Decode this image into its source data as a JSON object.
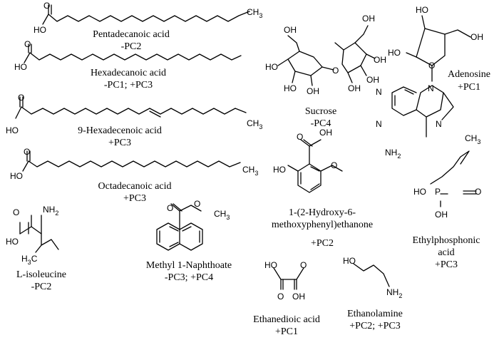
{
  "compounds": [
    {
      "name": "Pentadecanoic acid",
      "pc": "-PC2"
    },
    {
      "name": "Hexadecanoic acid",
      "pc": "-PC1; +PC3"
    },
    {
      "name": "9-Hexadecenoic acid",
      "pc": "+PC3"
    },
    {
      "name": "Octadecanoic acid",
      "pc": "+PC3"
    },
    {
      "name": "L-isoleucine",
      "pc": "-PC2"
    },
    {
      "name": "Methyl 1-Naphthoate",
      "pc": "-PC3; +PC4"
    },
    {
      "name": "Sucrose",
      "pc": "-PC4"
    },
    {
      "name_line1": "1-(2-Hydroxy-6-",
      "name_line2": "methoxyphenyl)ethanone",
      "pc": "+PC2"
    },
    {
      "name": "Ethanedioic acid",
      "pc": "+PC1"
    },
    {
      "name": "Ethanolamine",
      "pc": "+PC2; +PC3"
    },
    {
      "name": "Adenosine",
      "pc": "+PC1"
    },
    {
      "name_line1": "Ethylphosphonic",
      "name_line2": "acid",
      "pc": "+PC3"
    }
  ],
  "atoms": {
    "o": "O",
    "ho": "HO",
    "oh": "OH",
    "ch3": "CH3",
    "n": "N",
    "nh2": "NH2",
    "p": "P",
    "h3c": "H3C"
  }
}
